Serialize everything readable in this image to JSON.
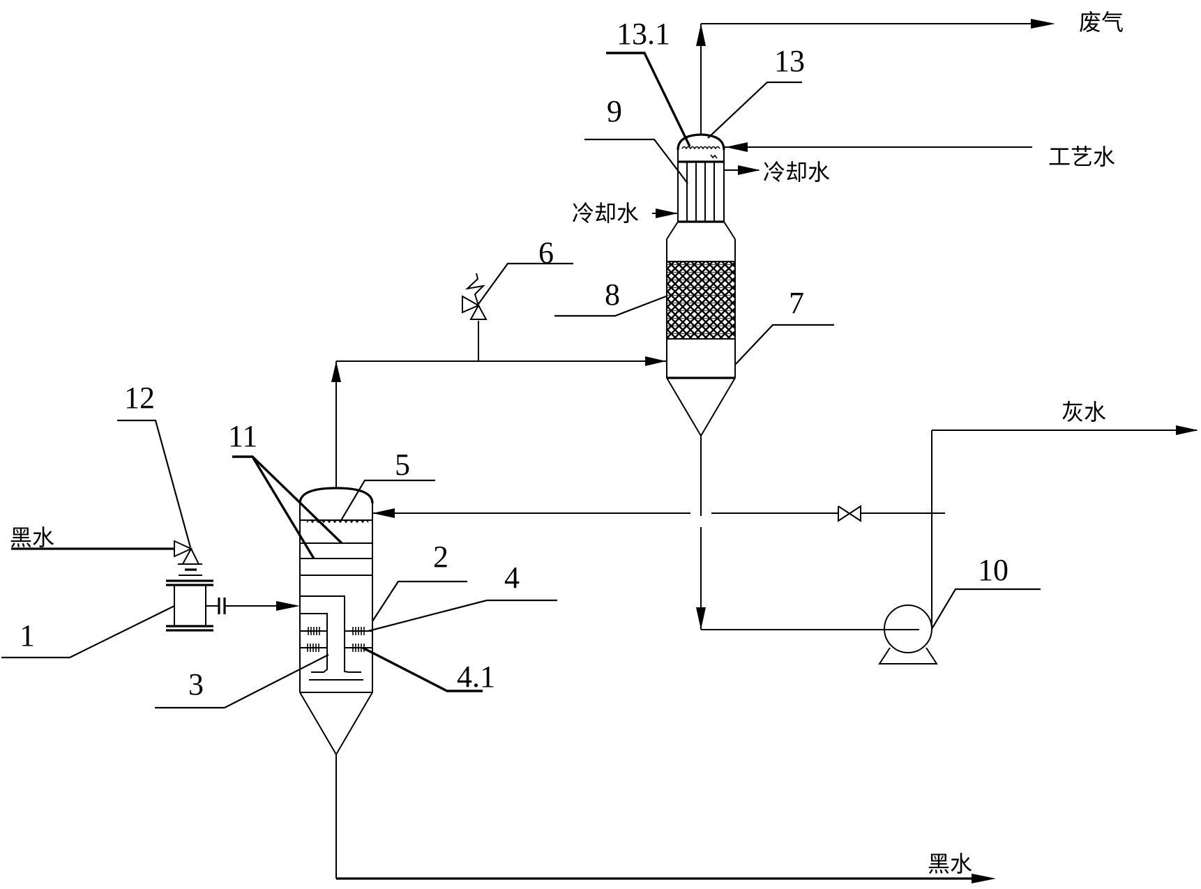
{
  "diagram": {
    "type": "process-flow-diagram",
    "colors": {
      "line": "#000000",
      "background": "#ffffff"
    },
    "streams": {
      "black_water_in": "黑水",
      "black_water_out": "黑水",
      "waste_gas": "废气",
      "process_water": "工艺水",
      "cooling_water_out": "冷却水",
      "cooling_water_in": "冷却水",
      "grey_water": "灰水"
    },
    "component_labels": {
      "c1": "1",
      "c2": "2",
      "c3": "3",
      "c4": "4",
      "c4_1": "4.1",
      "c5": "5",
      "c6": "6",
      "c7": "7",
      "c8": "8",
      "c9": "9",
      "c10": "10",
      "c11": "11",
      "c12": "12",
      "c13": "13",
      "c13_1": "13.1"
    },
    "symbols": [
      "flash-vessel",
      "scrubber-tower",
      "packing-bed",
      "tube-condenser",
      "safety-valve",
      "gate-valve",
      "centrifugal-pump",
      "pressure-reducing-valve",
      "mixer"
    ]
  }
}
